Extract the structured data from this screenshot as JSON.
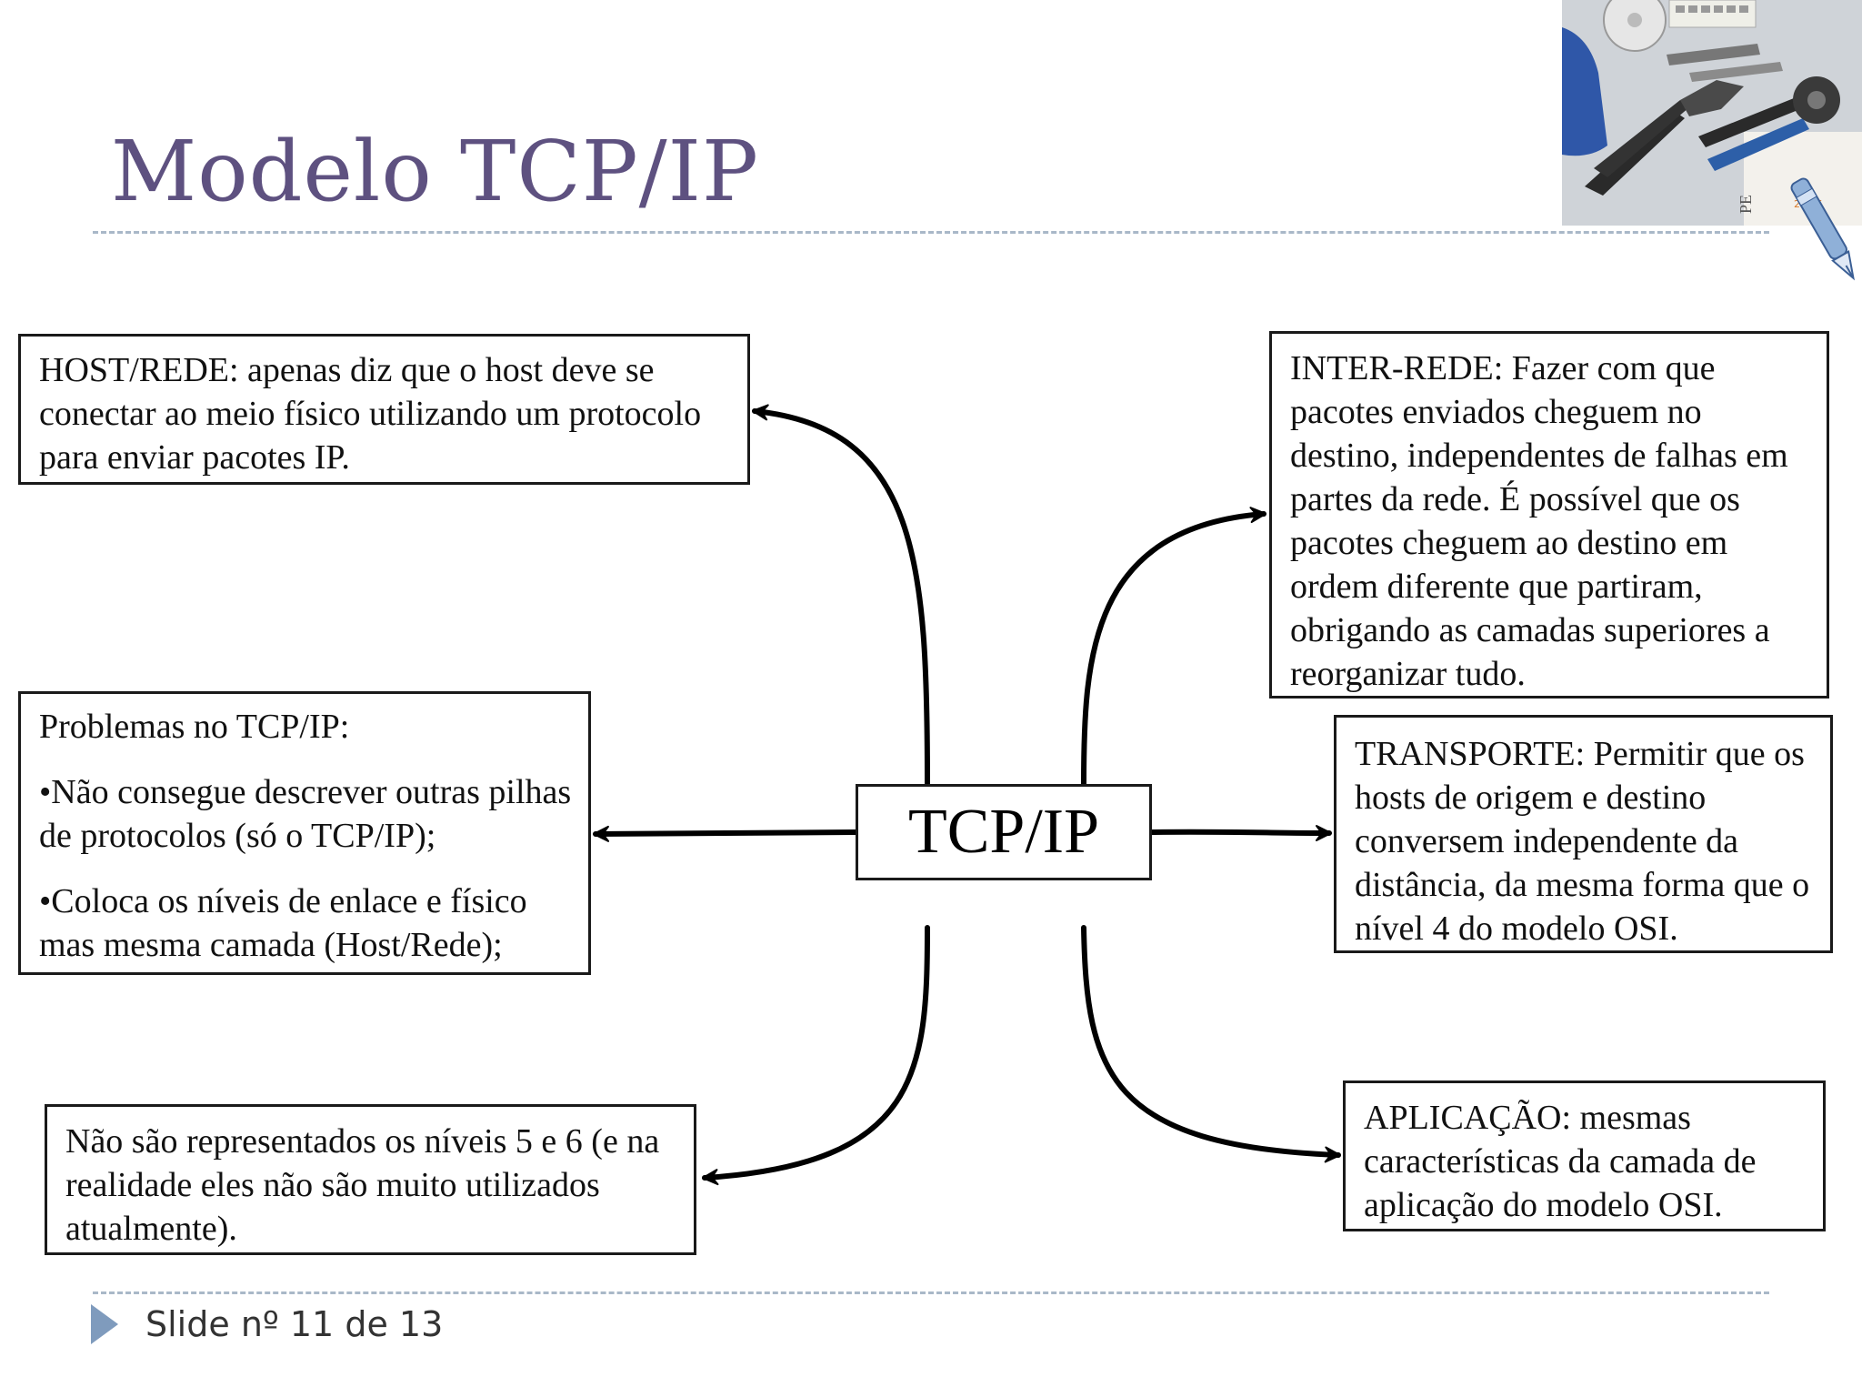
{
  "slide": {
    "title": "Modelo TCP/IP",
    "footer": "Slide nº 11 de 13"
  },
  "diagram": {
    "center": "TCP/IP",
    "host_rede": "HOST/REDE: apenas diz que o host deve se conectar ao meio físico utilizando um protocolo para enviar pacotes IP.",
    "inter_rede": "INTER-REDE: Fazer com que pacotes enviados cheguem no destino, independentes de falhas em partes da rede. É possível que os pacotes cheguem ao destino em ordem diferente que partiram, obrigando as camadas superiores a reorganizar tudo.",
    "problemas": {
      "heading": "Problemas no TCP/IP:",
      "bullets": [
        "•Não consegue descrever outras pilhas de protocolos (só o TCP/IP);",
        "•Coloca os níveis de enlace e físico mas mesma camada (Host/Rede);"
      ]
    },
    "transporte": "TRANSPORTE: Permitir que os hosts de origem e destino conversem independente da distância, da mesma forma que o nível 4 do modelo OSI.",
    "niveis": "Não são representados os níveis 5 e 6 (e na realidade eles não são muito utilizados atualmente).",
    "aplicacao": "APLICAÇÃO: mesmas características da camada de aplicação do modelo OSI."
  },
  "colors": {
    "title": "#5e5180",
    "divider": "#a9b8c8",
    "footer_arrow": "#7f9bbd"
  },
  "icons": [
    "photo-tools-image",
    "pen-icon",
    "play-arrow-icon"
  ]
}
